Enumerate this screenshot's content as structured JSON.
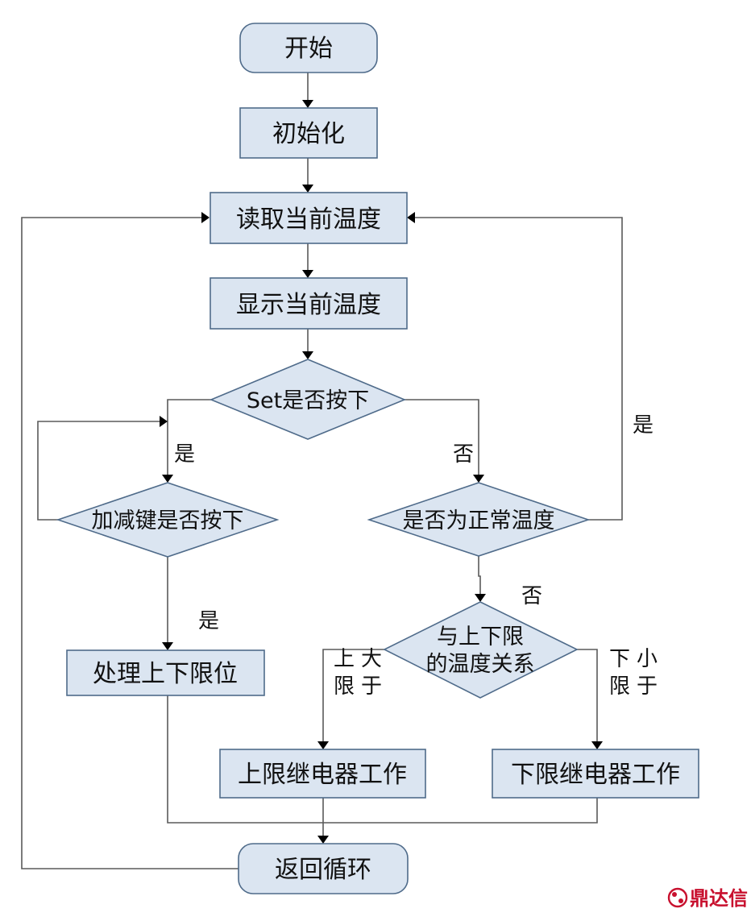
{
  "nodes": {
    "start": "开始",
    "init": "初始化",
    "read_temp": "读取当前温度",
    "show_temp": "显示当前温度",
    "set_pressed": "Set是否按下",
    "addsub_pressed": "加减键是否按下",
    "normal_temp": "是否为正常温度",
    "relation_line1": "与上下限",
    "relation_line2": "的温度关系",
    "handle_limits": "处理上下限位",
    "upper_relay": "上限继电器工作",
    "lower_relay": "下限继电器工作",
    "loop_back": "返回循环"
  },
  "labels": {
    "yes_set": "是",
    "no_set": "否",
    "yes_addsub": "是",
    "yes_normal": "是",
    "no_normal": "否",
    "gt_upper_1": "大",
    "gt_upper_2": "于",
    "gt_upper_3": "上",
    "gt_upper_4": "限",
    "lt_lower_1": "小",
    "lt_lower_2": "于",
    "lt_lower_3": "下",
    "lt_lower_4": "限"
  },
  "watermark": {
    "text": "鼎达信",
    "color": "#c8102e"
  },
  "colors": {
    "box_fill": "#dbe5f1",
    "box_border": "#4f6b8a",
    "line": "#5a5a5a"
  }
}
